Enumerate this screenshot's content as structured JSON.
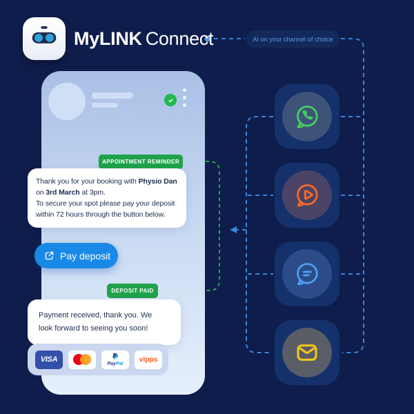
{
  "background": "#0E1D4B",
  "brand": {
    "logo_icon": "robot-head",
    "title_part1": "My",
    "title_part2": "LINK",
    "title_part3": "Connect",
    "title_color": "#FFFFFF"
  },
  "callout": {
    "label": "AI on your channel of choice",
    "text_color": "#5E9BE2",
    "bg": "#13295C"
  },
  "connectors": {
    "blue": "#3787DF",
    "blue_dot": "#4BA0EE",
    "green": "#23A94E"
  },
  "phone": {
    "header": {
      "verified_icon": "check-badge",
      "verified_color": "#21B84C",
      "menu_icon": "three-dots-vertical"
    },
    "reminder_badge": {
      "label": "APPOINTMENT REMINDER",
      "bg": "#1FA24B"
    },
    "message1": {
      "segments": [
        {
          "t": "Thank you for your booking with  "
        },
        {
          "t": "Physio Dan",
          "b": true
        },
        {
          "t": "\non "
        },
        {
          "t": "3rd March",
          "b": true
        },
        {
          "t": " at 3pm.\nTo secure your spot please pay your deposit\nwithin 72 hours through the button below."
        }
      ]
    },
    "pay_button": {
      "label": "Pay deposit",
      "bg": "#1989E8",
      "icon": "external-link"
    },
    "paid_badge": {
      "label": "DEPOSIT PAID",
      "bg": "#1FA24B"
    },
    "message2": {
      "text": "Payment received, thank you. We\nlook forward to seeing you soon!"
    },
    "payments": [
      {
        "name": "visa",
        "label": "VISA",
        "card_bg": "#3350A8",
        "text_color": "#FFFFFF"
      },
      {
        "name": "mastercard",
        "circle_colors": [
          "#EB001B",
          "#F79E1B"
        ]
      },
      {
        "name": "paypal",
        "label_part1": "Pay",
        "label_part2": "Pal",
        "colors": [
          "#253B80",
          "#179BD7"
        ]
      },
      {
        "name": "vipps",
        "label": "vipps",
        "color": "#FF5B24"
      }
    ]
  },
  "channels": [
    {
      "name": "whatsapp",
      "icon": "whatsapp-icon",
      "icon_color": "#43D15E",
      "circle_bg": "#3E5378"
    },
    {
      "name": "video-message",
      "icon": "play-bubble-icon",
      "icon_color": "#F66A28",
      "circle_bg": "#4B4365"
    },
    {
      "name": "live-chat",
      "icon": "chat-bubble-icon",
      "icon_color": "#4D9FF2",
      "circle_bg": "#2C4C89"
    },
    {
      "name": "email",
      "icon": "envelope-icon",
      "icon_color": "#F3C51B",
      "circle_bg": "#585D66"
    }
  ]
}
